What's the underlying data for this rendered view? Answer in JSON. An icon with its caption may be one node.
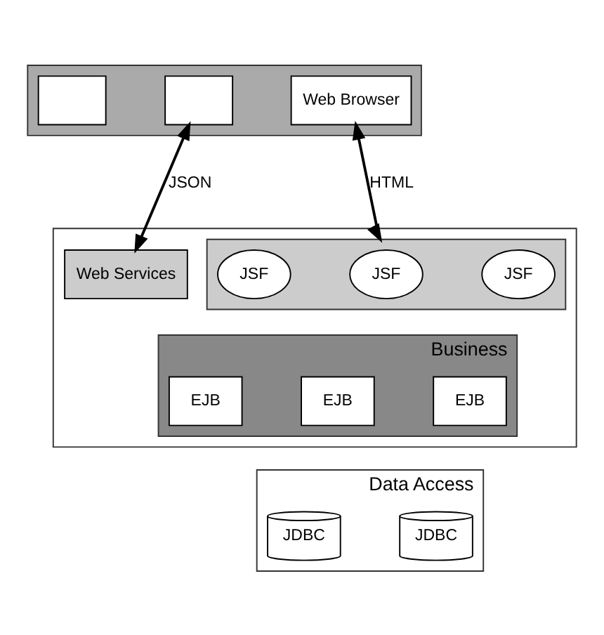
{
  "diagram": {
    "nodes": [
      {
        "text": [],
        "shape": "box"
      },
      {
        "text": [],
        "shape": "box",
        "in": 0
      },
      {
        "text": [],
        "shape": "box",
        "in": 0
      },
      {
        "text": [
          "Web Browser"
        ],
        "in": 0
      },
      {
        "text": [],
        "shape": "box"
      },
      {
        "text": [
          "Web Services"
        ],
        "in": 4
      },
      {
        "text": [],
        "shape": "box",
        "in": 4
      },
      {
        "text": [
          "JSF"
        ],
        "in": 6
      },
      {
        "text": [
          "JSF"
        ],
        "in": 6
      },
      {
        "text": [
          "JSF"
        ],
        "in": 6
      },
      {
        "text": [
          "Business"
        ],
        "in": 4
      },
      {
        "text": [
          "EJB"
        ],
        "in": 10
      },
      {
        "text": [
          "EJB"
        ],
        "in": 10
      },
      {
        "text": [
          "EJB"
        ],
        "in": 10
      },
      {
        "text": [
          "Data Access"
        ]
      },
      {
        "text": [
          "JDBC"
        ],
        "in": 14
      },
      {
        "text": [
          "JDBC"
        ],
        "in": 14
      }
    ],
    "edges": [
      {
        "from": 2,
        "to": 5,
        "arrow": "both",
        "label": "JSON"
      },
      {
        "from": 3,
        "to": 6,
        "arrow": "both",
        "label": "HTML"
      }
    ]
  }
}
